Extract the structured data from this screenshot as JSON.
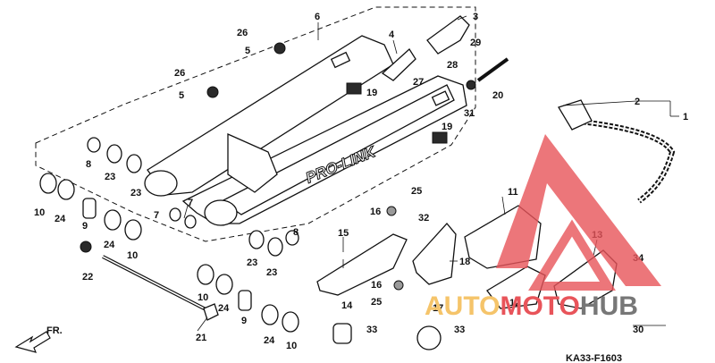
{
  "diagram": {
    "frame_code": "KA33-F1603",
    "swingarm_text": "PRO-LINK",
    "front_label": "FR.",
    "watermark": {
      "part1": "AUTO",
      "part2": "MOTO",
      "part3": "HUB"
    },
    "callouts": [
      {
        "id": "c1",
        "label": "1"
      },
      {
        "id": "c2",
        "label": "2"
      },
      {
        "id": "c3",
        "label": "3"
      },
      {
        "id": "c4",
        "label": "4"
      },
      {
        "id": "c5a",
        "label": "5"
      },
      {
        "id": "c5b",
        "label": "5"
      },
      {
        "id": "c6",
        "label": "6"
      },
      {
        "id": "c7a",
        "label": "7"
      },
      {
        "id": "c7b",
        "label": "7"
      },
      {
        "id": "c8a",
        "label": "8"
      },
      {
        "id": "c8b",
        "label": "8"
      },
      {
        "id": "c9a",
        "label": "9"
      },
      {
        "id": "c9b",
        "label": "9"
      },
      {
        "id": "c10a",
        "label": "10"
      },
      {
        "id": "c10b",
        "label": "10"
      },
      {
        "id": "c10c",
        "label": "10"
      },
      {
        "id": "c10d",
        "label": "10"
      },
      {
        "id": "c11",
        "label": "11"
      },
      {
        "id": "c12",
        "label": "12"
      },
      {
        "id": "c13",
        "label": "13"
      },
      {
        "id": "c14",
        "label": "14"
      },
      {
        "id": "c15",
        "label": "15"
      },
      {
        "id": "c16a",
        "label": "16"
      },
      {
        "id": "c16b",
        "label": "16"
      },
      {
        "id": "c17",
        "label": "17"
      },
      {
        "id": "c18",
        "label": "18"
      },
      {
        "id": "c19a",
        "label": "19"
      },
      {
        "id": "c19b",
        "label": "19"
      },
      {
        "id": "c20",
        "label": "20"
      },
      {
        "id": "c21",
        "label": "21"
      },
      {
        "id": "c22",
        "label": "22"
      },
      {
        "id": "c23a",
        "label": "23"
      },
      {
        "id": "c23b",
        "label": "23"
      },
      {
        "id": "c23c",
        "label": "23"
      },
      {
        "id": "c23d",
        "label": "23"
      },
      {
        "id": "c24a",
        "label": "24"
      },
      {
        "id": "c24b",
        "label": "24"
      },
      {
        "id": "c24c",
        "label": "24"
      },
      {
        "id": "c24d",
        "label": "24"
      },
      {
        "id": "c25a",
        "label": "25"
      },
      {
        "id": "c25b",
        "label": "25"
      },
      {
        "id": "c26a",
        "label": "26"
      },
      {
        "id": "c26b",
        "label": "26"
      },
      {
        "id": "c27",
        "label": "27"
      },
      {
        "id": "c28",
        "label": "28"
      },
      {
        "id": "c29",
        "label": "29"
      },
      {
        "id": "c30",
        "label": "30"
      },
      {
        "id": "c31",
        "label": "31"
      },
      {
        "id": "c32",
        "label": "32"
      },
      {
        "id": "c33a",
        "label": "33"
      },
      {
        "id": "c33b",
        "label": "33"
      },
      {
        "id": "c34",
        "label": "34"
      }
    ]
  }
}
